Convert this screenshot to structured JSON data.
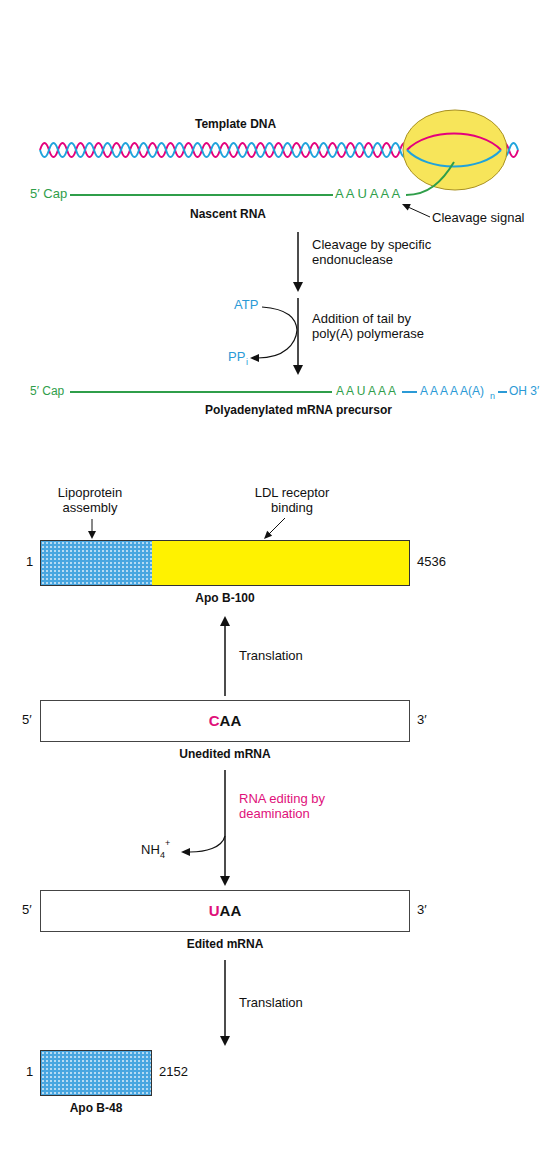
{
  "diagram": {
    "nodes": [
      {
        "text": [
          "Apo B-100"
        ]
      },
      {
        "text": [
          "C",
          "AA",
          "Unedited mRNA"
        ]
      },
      {
        "text": [
          "U",
          "AA",
          "Edited mRNA"
        ]
      },
      {
        "text": [
          "Apo B-48"
        ]
      }
    ],
    "edges": [
      {
        "from": 1,
        "to": 0,
        "arrow": "to",
        "label": "Translation"
      },
      {
        "from": 1,
        "to": 2,
        "arrow": "to",
        "label": "RNA editing by deamination"
      },
      {
        "from": 2,
        "to": 3,
        "arrow": "to",
        "label": "Translation"
      }
    ],
    "labels": [
      "Template DNA",
      "5′ Cap",
      "A A U A A A",
      "Nascent RNA",
      "Cleavage signal",
      "Cleavage by specific endonuclease",
      "ATP",
      "Addition of tail by poly(A) polymerase",
      "PP",
      "i",
      "5′ Cap",
      "A A U A A A",
      "A A A A A(A)",
      "n",
      "OH 3′",
      "Polyadenylated mRNA precursor",
      "Lipoprotein assembly",
      "LDL receptor binding",
      "1",
      "4536",
      "5′",
      "3′",
      "NH",
      "4",
      "+",
      "5′",
      "3′",
      "1",
      "2152"
    ]
  }
}
